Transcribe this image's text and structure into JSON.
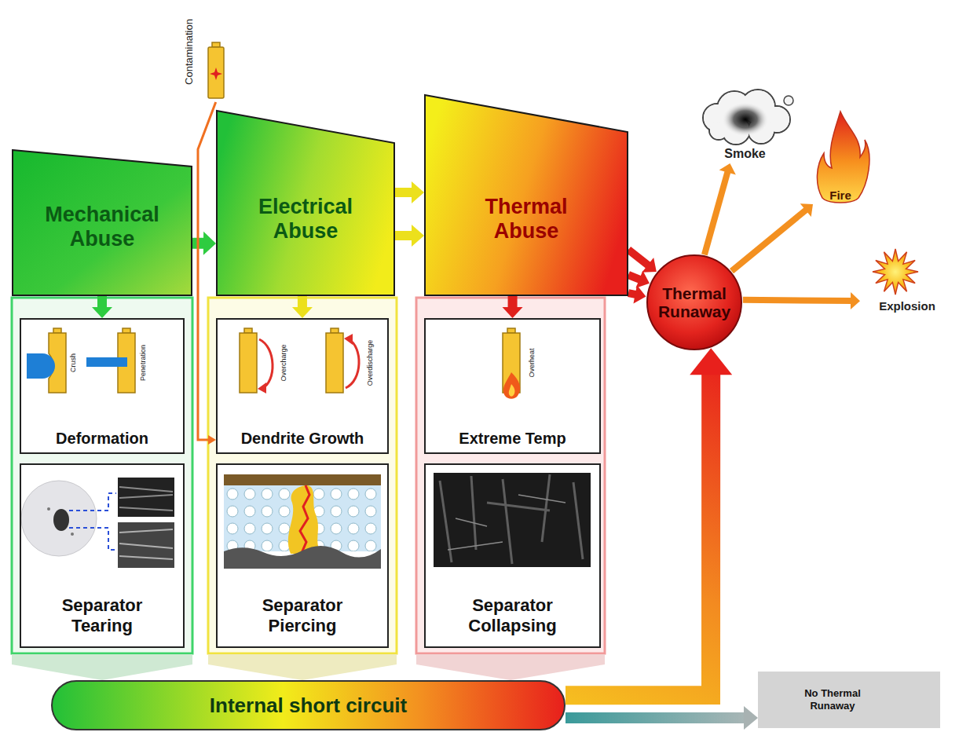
{
  "diagram": {
    "nodes": [
      {
        "text": [
          "Contamination"
        ]
      },
      {
        "text": [
          "Mechanical Abuse"
        ]
      },
      {
        "text": [
          "Electrical Abuse"
        ]
      },
      {
        "text": [
          "Thermal Abuse"
        ]
      },
      {
        "text": [
          "Thermal Runaway"
        ]
      },
      {
        "text": [
          "Smoke"
        ]
      },
      {
        "text": [
          "Fire"
        ]
      },
      {
        "text": [
          "Explosion"
        ]
      },
      {
        "text": [
          "Deformation"
        ]
      },
      {
        "text": [
          "Separator Tearing"
        ]
      },
      {
        "text": [
          "Dendrite Growth"
        ]
      },
      {
        "text": [
          "Separator Piercing"
        ]
      },
      {
        "text": [
          "Extreme Temp"
        ]
      },
      {
        "text": [
          "Separator Collapsing"
        ]
      },
      {
        "text": [
          "Internal short circuit"
        ]
      },
      {
        "text": [
          "No Thermal Runaway"
        ]
      }
    ],
    "edges": [
      {
        "from": 1,
        "to": 2,
        "arrow": "to"
      },
      {
        "from": 2,
        "to": 3,
        "arrow": "to"
      },
      {
        "from": 2,
        "to": 3,
        "arrow": "to"
      },
      {
        "from": 3,
        "to": 4,
        "arrow": "to"
      },
      {
        "from": 3,
        "to": 4,
        "arrow": "to"
      },
      {
        "from": 3,
        "to": 4,
        "arrow": "to"
      },
      {
        "from": 4,
        "to": 5,
        "arrow": "to"
      },
      {
        "from": 4,
        "to": 6,
        "arrow": "to"
      },
      {
        "from": 4,
        "to": 7,
        "arrow": "to"
      },
      {
        "from": 1,
        "to": 8,
        "arrow": "to"
      },
      {
        "from": 2,
        "to": 10,
        "arrow": "to"
      },
      {
        "from": 3,
        "to": 12,
        "arrow": "to"
      },
      {
        "from": 0,
        "to": 10,
        "arrow": "to"
      },
      {
        "from": 14,
        "to": 4,
        "arrow": "to"
      },
      {
        "from": 14,
        "to": 15,
        "arrow": "to"
      }
    ],
    "labels": [
      "Crush",
      "Penetration",
      "Overcharge",
      "Overdischarge",
      "Overheat"
    ]
  }
}
